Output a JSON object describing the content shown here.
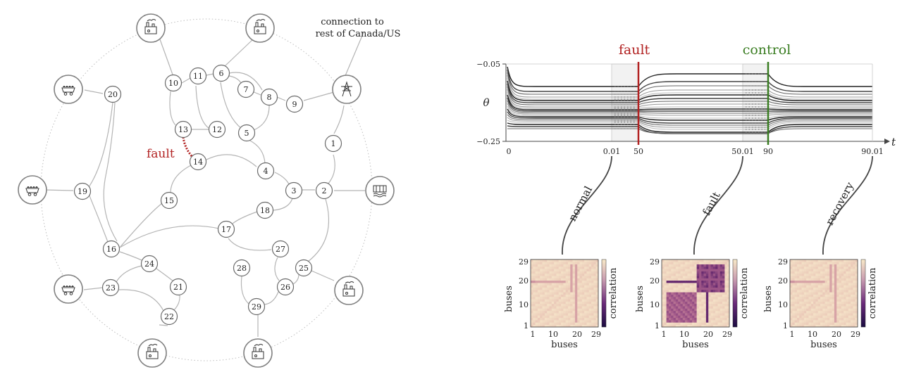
{
  "network": {
    "connection_label_1": "connection to",
    "connection_label_2": "rest of Canada/US",
    "fault_label": "fault",
    "buses": [
      "1",
      "2",
      "3",
      "4",
      "5",
      "6",
      "7",
      "8",
      "9",
      "10",
      "11",
      "12",
      "13",
      "14",
      "15",
      "16",
      "17",
      "18",
      "19",
      "20",
      "21",
      "22",
      "23",
      "24",
      "25",
      "26",
      "27",
      "28",
      "29"
    ],
    "generator_icons": [
      "power-plant-icon",
      "power-plant-icon",
      "mine-cart-icon",
      "mine-cart-icon",
      "mine-cart-icon",
      "power-plant-icon",
      "power-plant-icon",
      "power-plant-icon",
      "transmission-tower-icon",
      "hydro-dam-icon"
    ]
  },
  "timeline": {
    "theta_label": "θ",
    "t_label": "t",
    "ytick_top": "−0.05",
    "ytick_bottom": "−0.25",
    "xticks": [
      "0",
      "0.01",
      "50",
      "50.01",
      "90",
      "90.01"
    ],
    "fault_label": "fault",
    "control_label": "control",
    "phase_labels": [
      "normal",
      "fault",
      "recovery"
    ],
    "colors": {
      "fault": "#b22222",
      "control": "#3a7d22"
    }
  },
  "heatmaps": [
    {
      "title": "normal",
      "yticks": [
        "29",
        "20",
        "10",
        "1"
      ],
      "xticks": [
        "1",
        "10",
        "20",
        "29"
      ],
      "xlabel": "buses",
      "ylabel": "buses",
      "colorbar_label": "correlation"
    },
    {
      "title": "fault",
      "yticks": [
        "29",
        "20",
        "10",
        "1"
      ],
      "xticks": [
        "1",
        "10",
        "20",
        "29"
      ],
      "xlabel": "buses",
      "ylabel": "buses",
      "colorbar_label": "correlation"
    },
    {
      "title": "recovery",
      "yticks": [
        "29",
        "20",
        "10",
        "1"
      ],
      "xticks": [
        "1",
        "10",
        "20",
        "29"
      ],
      "xlabel": "buses",
      "ylabel": "buses",
      "colorbar_label": "correlation"
    }
  ]
}
